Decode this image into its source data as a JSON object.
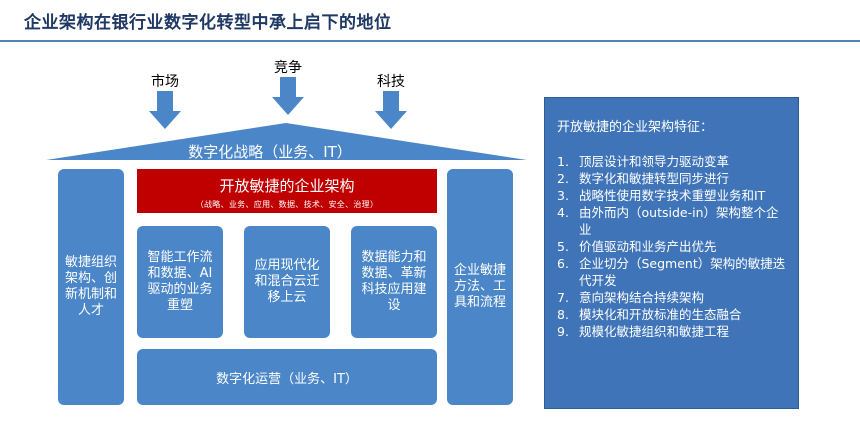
{
  "title": "企业架构在银行业数字化转型中承上启下的地位",
  "forces": [
    "市场",
    "竞争",
    "科技"
  ],
  "roof_label": "数字化战略（业务、IT）",
  "left_pillar": "敏捷组织架构、创新机制和人才",
  "right_pillar": "企业敏捷方法、工具和流程",
  "banner": {
    "title": "开放敏捷的企业架构",
    "subtitle": "（战略、业务、应用、数据、技术、安全、治理）"
  },
  "columns": [
    "智能工作流和数据、AI驱动的业务重塑",
    "应用现代化和混合云迁移上云",
    "数据能力和数据、革新科技应用建设"
  ],
  "operations_label": "数字化运营（业务、IT）",
  "features": {
    "heading": "开放敏捷的企业架构特征：",
    "items": [
      {
        "num": "1.",
        "text": "顶层设计和领导力驱动变革"
      },
      {
        "num": "2.",
        "text": "数字化和敏捷转型同步进行"
      },
      {
        "num": "3.",
        "text": "战略性使用数字技术重塑业务和IT"
      },
      {
        "num": "4.",
        "text": "由外而内（outside-in）架构整个企业"
      },
      {
        "num": "5.",
        "text": "价值驱动和业务产出优先"
      },
      {
        "num": "6.",
        "text": "企业切分（Segment）架构的敏捷迭代开发"
      },
      {
        "num": "7.",
        "text": "意向架构结合持续架构"
      },
      {
        "num": "8.",
        "text": "模块化和开放标准的生态融合"
      },
      {
        "num": "9.",
        "text": "规模化敏捷组织和敏捷工程"
      }
    ]
  },
  "colors": {
    "title": "#1f3864",
    "block_blue": "#4a86c8",
    "banner_red": "#c00000",
    "panel_blue": "#3f74b8"
  }
}
